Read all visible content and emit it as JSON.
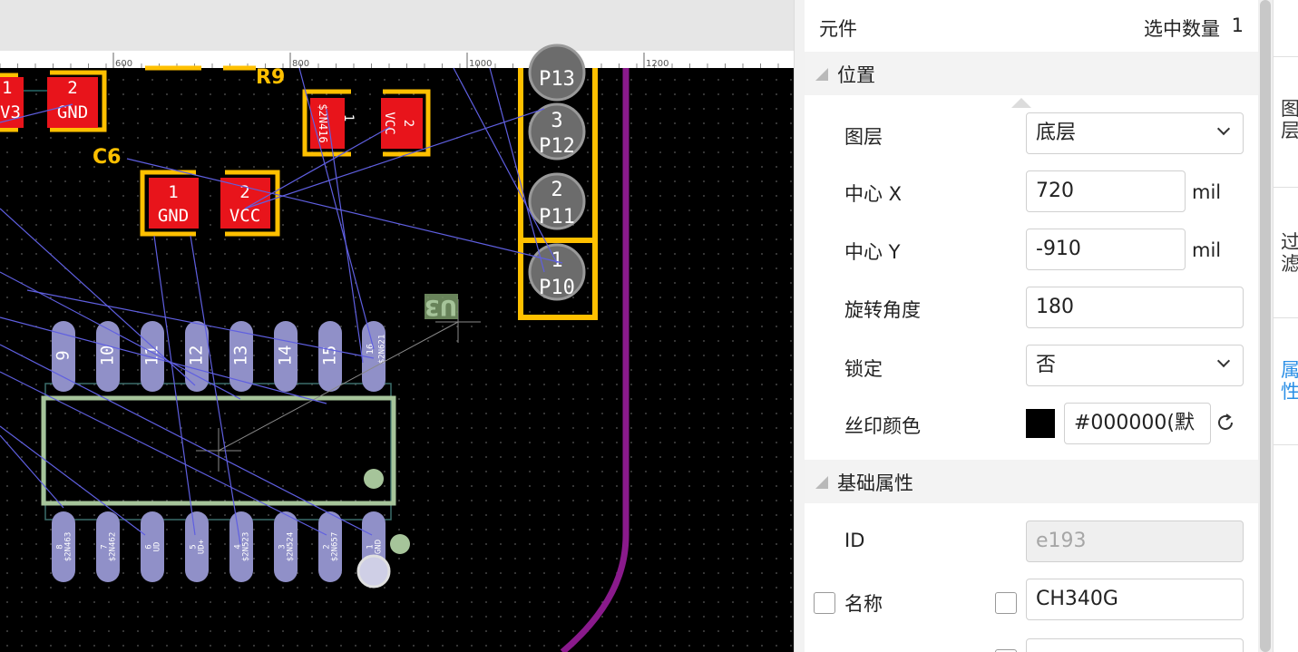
{
  "ruler": {
    "ticks": [
      "600",
      "800",
      "1000",
      "1200"
    ]
  },
  "board": {
    "component_labels": [
      "R9",
      "C6"
    ],
    "silk_label": "U3",
    "pads_top_row": [
      {
        "num": "1",
        "net": "V3"
      },
      {
        "num": "2",
        "net": "GND"
      }
    ],
    "c6_pads": [
      {
        "num": "1",
        "net": "GND"
      },
      {
        "num": "2",
        "net": "VCC"
      }
    ],
    "r9_pads": [
      {
        "num": "1",
        "net": "$2N416"
      },
      {
        "num": "2",
        "net": "VCC"
      }
    ],
    "header_pins": [
      {
        "num": "",
        "net": "P13"
      },
      {
        "num": "3",
        "net": "P12"
      },
      {
        "num": "2",
        "net": "P11"
      },
      {
        "num": "1",
        "net": "P10"
      }
    ],
    "ic_top_pins": [
      "9",
      "10",
      "11",
      "12",
      "13",
      "14",
      "15",
      "16"
    ],
    "ic_top_pin16_net": "$2N621",
    "ic_bottom_pins": [
      {
        "num": "8",
        "net": "$2N463"
      },
      {
        "num": "7",
        "net": "$2N462"
      },
      {
        "num": "6",
        "net": "UD"
      },
      {
        "num": "5",
        "net": "UD+"
      },
      {
        "num": "4",
        "net": "$2N523"
      },
      {
        "num": "3",
        "net": "$2N524"
      },
      {
        "num": "2",
        "net": "$2N657"
      },
      {
        "num": "1",
        "net": "GND"
      }
    ]
  },
  "panel": {
    "title": "元件",
    "count_label": "选中数量",
    "count": "1",
    "section_position": "位置",
    "layer_label": "图层",
    "layer_value": "底层",
    "center_x_label": "中心 X",
    "center_x_value": "720",
    "center_y_label": "中心 Y",
    "center_y_value": "-910",
    "unit": "mil",
    "rotation_label": "旋转角度",
    "rotation_value": "180",
    "lock_label": "锁定",
    "lock_value": "否",
    "silk_color_label": "丝印颜色",
    "silk_color_value": "#000000(默",
    "section_basic": "基础属性",
    "id_label": "ID",
    "id_value": "e193",
    "name_label": "名称",
    "name_value": "CH340G"
  },
  "side_tabs": {
    "tab1": "图\n层",
    "tab2": "过\n滤",
    "tab3": "属\n性"
  },
  "colors": {
    "board_bg": "#000000",
    "pad_smd": "#e8141b",
    "outline_yellow": "#ffc000",
    "pad_thru": "#9090c8",
    "ratline": "#5f5fe0",
    "board_edge": "#8a1a8c",
    "silk_green": "#a6c49a",
    "accent": "#2b8fe6"
  }
}
